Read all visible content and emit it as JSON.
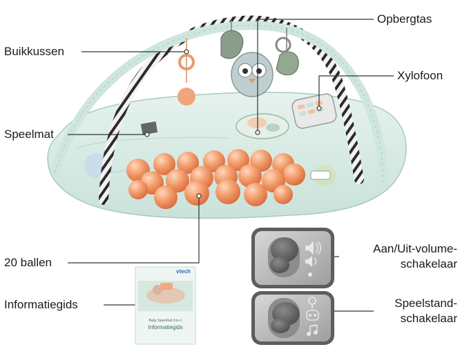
{
  "labels": {
    "buikkussen": "Buikkussen",
    "speelmat": "Speelmat",
    "ballen": "20 ballen",
    "informatiegids": "Informatiegids",
    "opbergtas": "Opbergtas",
    "xylofoon": "Xylofoon",
    "volume_line1": "Aan/Uit-volume-",
    "volume_line2": "schakelaar",
    "speelstand_line1": "Speelstand-",
    "speelstand_line2": "schakelaar"
  },
  "booklet": {
    "brand": "vtech",
    "subtitle": "Baby Speelmat 3-in-1",
    "title": "Informatiegids"
  },
  "colors": {
    "switch_body": "#b9b9b9",
    "switch_knob": "#5e5e5e",
    "ball_orange": "#f29a6a",
    "arch_mint": "#cfe6de",
    "mat_mint": "#d7ece5"
  }
}
